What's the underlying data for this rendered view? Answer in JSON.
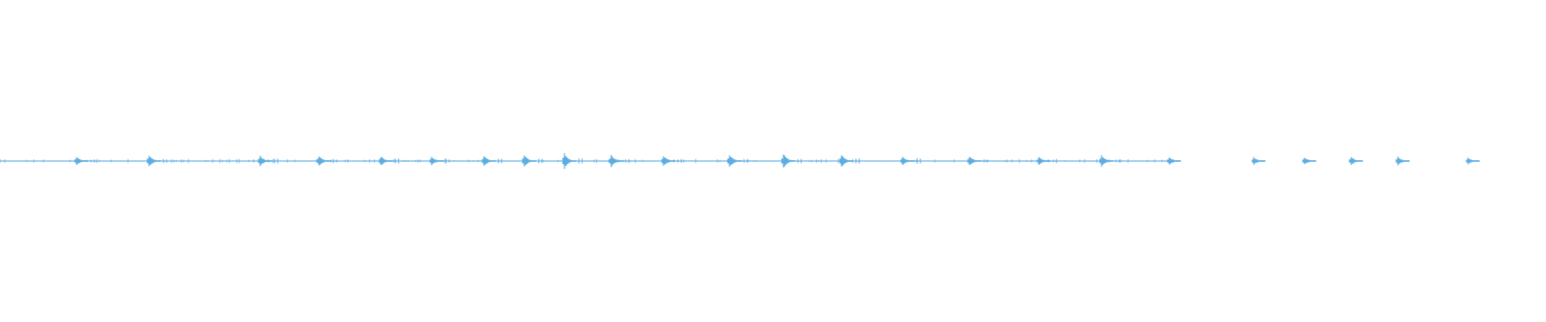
{
  "waveform": {
    "color": "#5dade2",
    "duration_fraction_filled": 0.7615,
    "transient_positions": [
      0.0495,
      0.0961,
      0.1682,
      0.2063,
      0.2466,
      0.2792,
      0.313,
      0.3391,
      0.3653,
      0.3954,
      0.429,
      0.4718,
      0.507,
      0.5441,
      0.5839,
      0.627,
      0.6719,
      0.7127,
      0.7563,
      0.8107,
      0.8439,
      0.8739,
      0.9043,
      0.9494
    ],
    "transient_peaks": [
      0.55,
      0.8,
      0.7,
      0.7,
      0.65,
      0.6,
      0.7,
      0.8,
      1.0,
      0.85,
      0.75,
      0.9,
      0.95,
      0.9,
      0.6,
      0.65,
      0.55,
      0.75,
      0.55,
      0.5,
      0.5,
      0.55,
      0.6,
      0.45
    ]
  }
}
